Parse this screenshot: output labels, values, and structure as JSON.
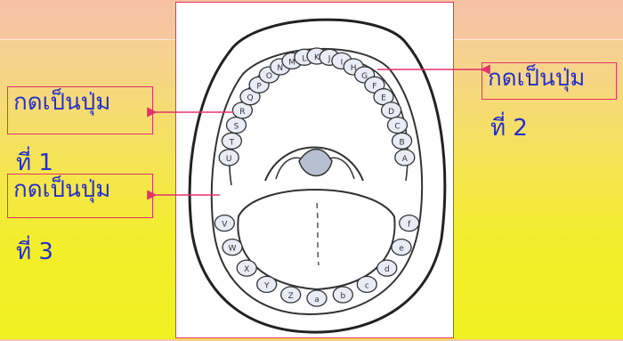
{
  "slide": {
    "labels": [
      {
        "id": "1",
        "text": "กดเป็นปุ่ม",
        "number": "ที่ 1"
      },
      {
        "id": "2",
        "text": "กดเป็นปุ่ม",
        "number": "ที่ 2"
      },
      {
        "id": "3",
        "text": "กดเป็นปุ่ม",
        "number": "ที่ 3"
      }
    ],
    "tooth_letters_upper": [
      "U",
      "T",
      "S",
      "R",
      "Q",
      "P",
      "O",
      "N",
      "M",
      "L",
      "K",
      "J",
      "I",
      "H",
      "G",
      "F",
      "E",
      "D",
      "C",
      "B",
      "A"
    ],
    "tooth_letters_lower": [
      "V",
      "W",
      "X",
      "Y",
      "Z",
      "a",
      "b",
      "c",
      "d",
      "e",
      "f"
    ]
  },
  "colors": {
    "label_text": "#2630c9",
    "label_border": "#e2336b",
    "arrow": "#e2336b"
  },
  "figure": {
    "subject": "open mouth diagram with lettered teeth"
  }
}
